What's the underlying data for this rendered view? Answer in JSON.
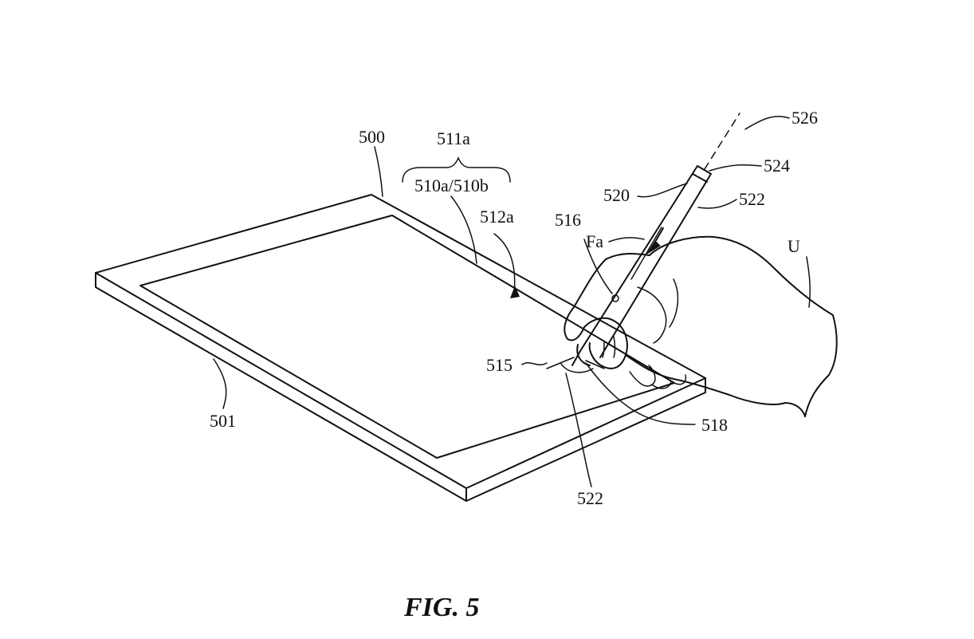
{
  "figure": {
    "caption": "FIG. 5",
    "labels": {
      "device": "500",
      "device_edge": "501",
      "surface_group": "511a",
      "surface": "510a/510b",
      "region": "512a",
      "tip": "515",
      "sensor": "516",
      "force": "Fa",
      "user": "U",
      "stylus_body": "520",
      "stylus_shaft": "522",
      "stylus_end": "524",
      "axis": "526",
      "contact": "518",
      "stylus_tip": "522"
    }
  }
}
